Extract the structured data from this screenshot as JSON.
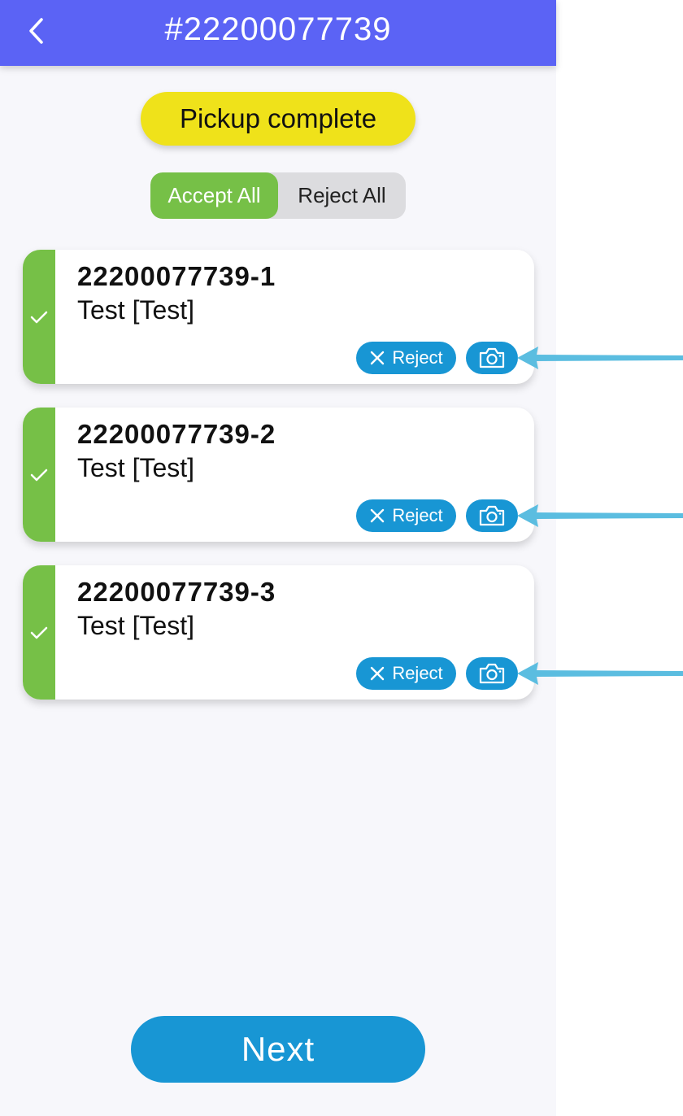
{
  "header": {
    "title": "#22200077739",
    "back_icon": "chevron-left-icon"
  },
  "status": {
    "label": "Pickup complete",
    "color": "#efe21a"
  },
  "toggle": {
    "accept_label": "Accept All",
    "reject_label": "Reject All",
    "selected": "accept"
  },
  "items": [
    {
      "id": "22200077739-1",
      "description": "Test [Test]",
      "status": "accepted",
      "reject_label": "Reject"
    },
    {
      "id": "22200077739-2",
      "description": "Test [Test]",
      "status": "accepted",
      "reject_label": "Reject"
    },
    {
      "id": "22200077739-3",
      "description": "Test [Test]",
      "status": "accepted",
      "reject_label": "Reject"
    }
  ],
  "next_label": "Next",
  "colors": {
    "header": "#5b63f5",
    "accent": "#1896d4",
    "accepted": "#76c047",
    "annotation_arrow": "#5bbde0"
  }
}
